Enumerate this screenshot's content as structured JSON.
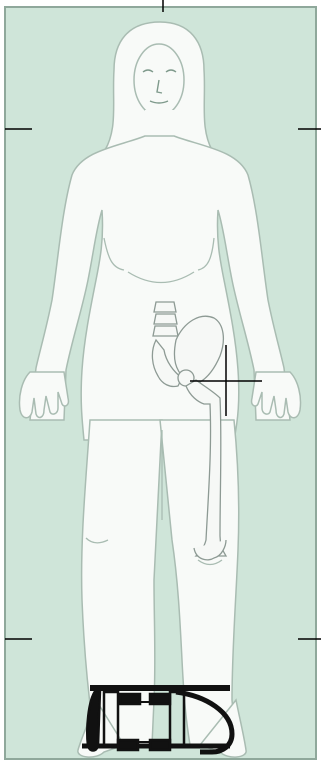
{
  "scan_view": {
    "panel_color": "#cfe5d9",
    "border_color": "#8fa89b",
    "body_fill": "#f8faf8",
    "body_outline": "#a9bcb2",
    "bone_outline": "#8d9a94",
    "marker_color": "#000000",
    "positioner_color": "#111111",
    "icons": [
      "body-silhouette",
      "crosshair-cursor",
      "foot-positioner"
    ]
  }
}
